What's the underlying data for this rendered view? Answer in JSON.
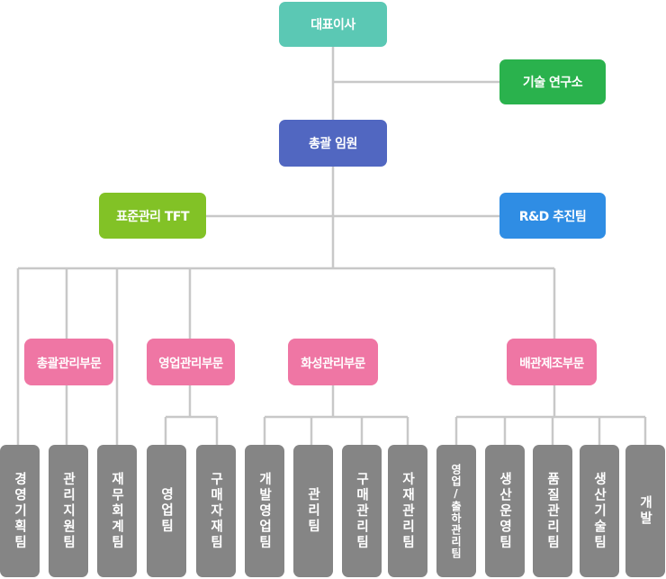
{
  "ceo": "대표이사",
  "lab": "기술 연구소",
  "executive": "총괄 임원",
  "tft": "표준관리 TFT",
  "rnd": "R&D 추진팀",
  "divisions": [
    "총괄관리부문",
    "영업관리부문",
    "화성관리부문",
    "배관제조부문"
  ],
  "teams": [
    "경영기획팀",
    "관리지원팀",
    "재무회계팀",
    "영업팀",
    "구매자재팀",
    "개발영업팀",
    "관리팀",
    "구매관리팀",
    "자재관리팀",
    "영업/출하관리팀",
    "생산운영팀",
    "품질관리팀",
    "생산기술팀",
    "개발"
  ],
  "colors": {
    "ceo": "#5bc8b4",
    "lab": "#2ab24d",
    "executive": "#5167c1",
    "tft": "#82c226",
    "rnd": "#2f8de4",
    "division": "#ef76a4",
    "team": "#858585",
    "line": "#c8c8c8"
  }
}
